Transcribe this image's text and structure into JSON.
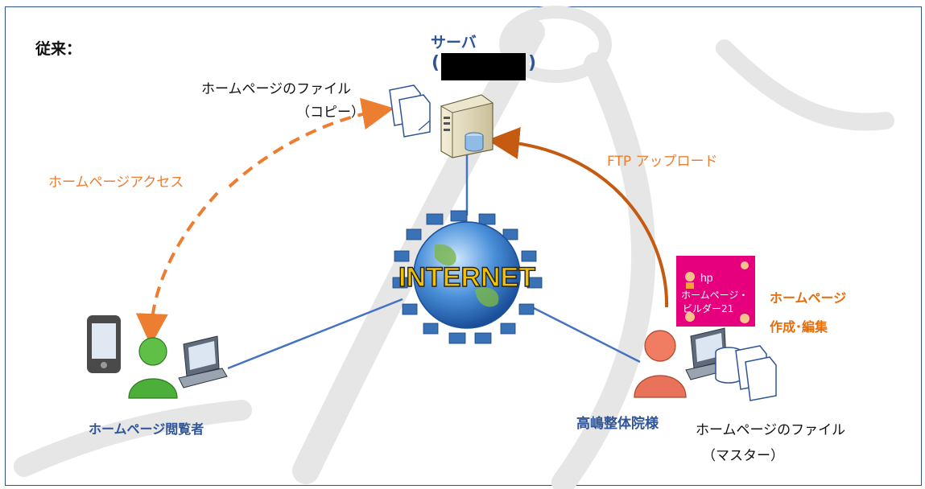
{
  "heading": "従来：",
  "server": {
    "title": "サーバ",
    "paren_open": "(",
    "paren_close": ")",
    "file_label_1": "ホームページのファイル",
    "file_label_2": "（コピー）"
  },
  "internet": {
    "label": "INTERNET"
  },
  "arrows": {
    "access_label": "ホームページアクセス",
    "upload_label": "FTP アップロード"
  },
  "viewer": {
    "label": "ホームページ閲覧者"
  },
  "clinic": {
    "label": "高嶋整体院様",
    "file_label_1": "ホームページのファイル",
    "file_label_2": "（マスター）"
  },
  "software": {
    "tile_line1": "hp",
    "tile_line2": "ホームページ・",
    "tile_line3": "ビルダー21",
    "caption_1": "ホームページ",
    "caption_2": "作成･編集"
  },
  "colors": {
    "frame": "#2f4f8f",
    "connector": "#4472c4",
    "access_arrow": "#ed7d31",
    "upload_arrow": "#c55a11",
    "tile": "#e6007e",
    "viewer_person": "#4caf3a",
    "clinic_person": "#e8735a"
  }
}
